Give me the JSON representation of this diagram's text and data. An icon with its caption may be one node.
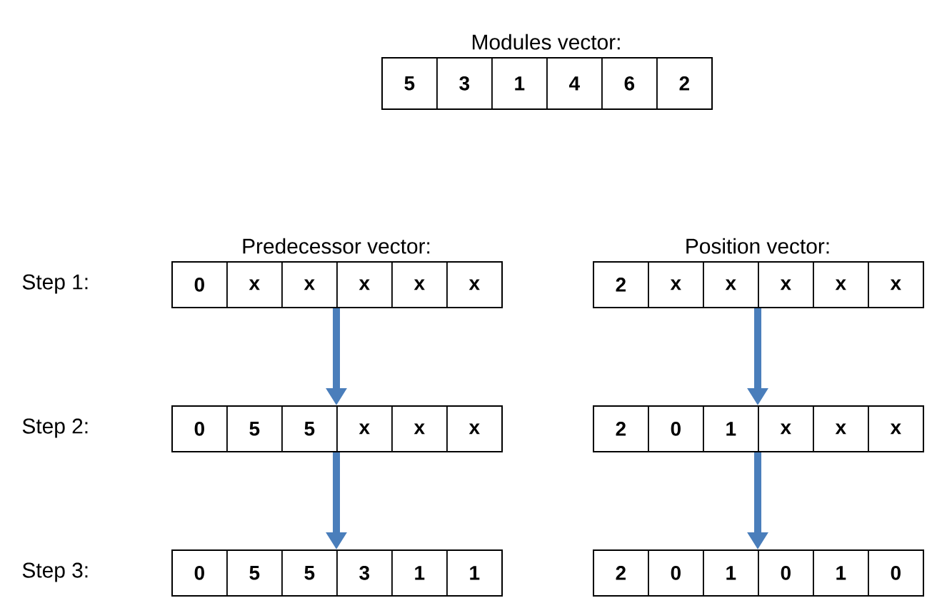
{
  "diagram": {
    "nodes": [
      {
        "text": [
          "Modules vector:"
        ]
      },
      {
        "text": [
          "5"
        ],
        "in": 0
      },
      {
        "text": [
          "3"
        ],
        "in": 0
      },
      {
        "text": [
          "1"
        ],
        "in": 0
      },
      {
        "text": [
          "4"
        ],
        "in": 0
      },
      {
        "text": [
          "6"
        ],
        "in": 0
      },
      {
        "text": [
          "2"
        ],
        "in": 0
      },
      {
        "text": [
          "Predecessor vector:"
        ]
      },
      {
        "text": [
          "0"
        ],
        "in": 7
      },
      {
        "text": [
          "x"
        ],
        "in": 7
      },
      {
        "text": [
          "x"
        ],
        "in": 7
      },
      {
        "text": [
          "x"
        ],
        "in": 7
      },
      {
        "text": [
          "x"
        ],
        "in": 7
      },
      {
        "text": [
          "x"
        ],
        "in": 7
      },
      {
        "text": [
          "Position vector:"
        ]
      },
      {
        "text": [
          "2"
        ],
        "in": 14
      },
      {
        "text": [
          "x"
        ],
        "in": 14
      },
      {
        "text": [
          "x"
        ],
        "in": 14
      },
      {
        "text": [
          "x"
        ],
        "in": 14
      },
      {
        "text": [
          "x"
        ],
        "in": 14
      },
      {
        "text": [
          "x"
        ],
        "in": 14
      },
      {
        "text": [],
        "shape": "box"
      },
      {
        "text": [
          "0"
        ],
        "in": 21
      },
      {
        "text": [
          "5"
        ],
        "in": 21
      },
      {
        "text": [
          "5"
        ],
        "in": 21
      },
      {
        "text": [
          "x"
        ],
        "in": 21
      },
      {
        "text": [
          "x"
        ],
        "in": 21
      },
      {
        "text": [
          "x"
        ],
        "in": 21
      },
      {
        "text": [],
        "shape": "box"
      },
      {
        "text": [
          "2"
        ],
        "in": 28
      },
      {
        "text": [
          "0"
        ],
        "in": 28
      },
      {
        "text": [
          "1"
        ],
        "in": 28
      },
      {
        "text": [
          "x"
        ],
        "in": 28
      },
      {
        "text": [
          "x"
        ],
        "in": 28
      },
      {
        "text": [
          "x"
        ],
        "in": 28
      },
      {
        "text": [],
        "shape": "box"
      },
      {
        "text": [
          "0"
        ],
        "in": 35
      },
      {
        "text": [
          "5"
        ],
        "in": 35
      },
      {
        "text": [
          "5"
        ],
        "in": 35
      },
      {
        "text": [
          "3"
        ],
        "in": 35
      },
      {
        "text": [
          "1"
        ],
        "in": 35
      },
      {
        "text": [
          "1"
        ],
        "in": 35
      },
      {
        "text": [],
        "shape": "box"
      },
      {
        "text": [
          "2"
        ],
        "in": 42
      },
      {
        "text": [
          "0"
        ],
        "in": 42
      },
      {
        "text": [
          "1"
        ],
        "in": 42
      },
      {
        "text": [
          "0"
        ],
        "in": 42
      },
      {
        "text": [
          "1"
        ],
        "in": 42
      },
      {
        "text": [
          "0"
        ],
        "in": 42
      }
    ],
    "edges": [
      {
        "from": 7,
        "to": 21,
        "arrow": "to"
      },
      {
        "from": 21,
        "to": 35,
        "arrow": "to"
      },
      {
        "from": 14,
        "to": 28,
        "arrow": "to"
      },
      {
        "from": 28,
        "to": 42,
        "arrow": "to"
      }
    ],
    "labels": [
      "Step 1:",
      "Step 2:",
      "Step 3:"
    ]
  }
}
